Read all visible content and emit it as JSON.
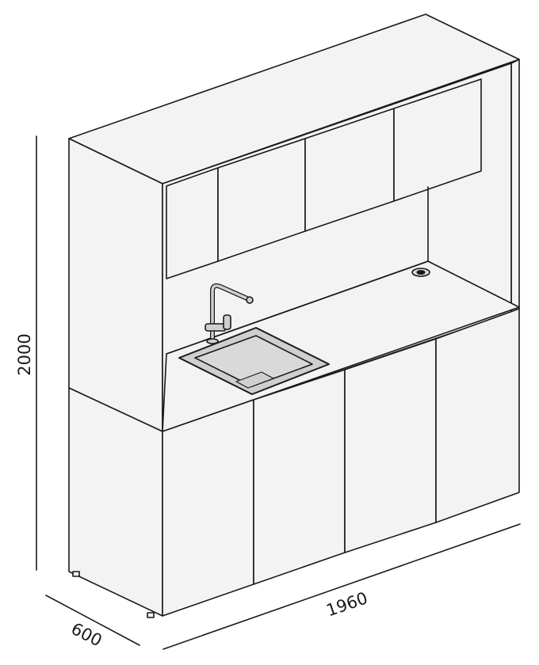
{
  "dimensions": {
    "height": "2000",
    "width": "1960",
    "depth": "600"
  },
  "colors": {
    "line": "#1a1a1a",
    "surface": "#f3f3f3",
    "sink": "#d9d9d9",
    "faucet": "#cfcfcf"
  }
}
